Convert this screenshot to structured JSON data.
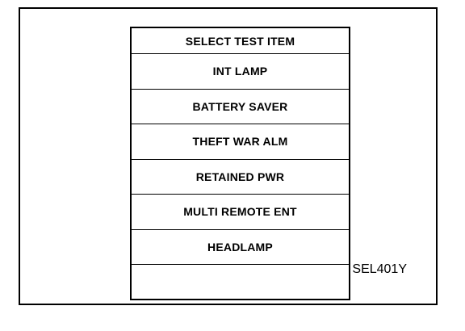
{
  "screen": {
    "header": "SELECT TEST ITEM",
    "items": [
      {
        "label": "INT LAMP"
      },
      {
        "label": "BATTERY SAVER"
      },
      {
        "label": "THEFT WAR ALM"
      },
      {
        "label": "RETAINED PWR"
      },
      {
        "label": "MULTI REMOTE ENT"
      },
      {
        "label": "HEADLAMP"
      },
      {
        "label": ""
      }
    ]
  },
  "figure_code": "SEL401Y"
}
